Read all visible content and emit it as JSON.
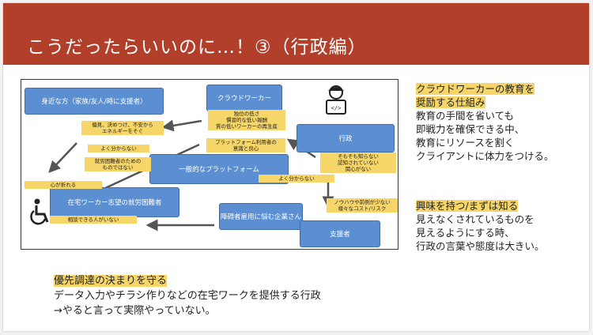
{
  "title": "こうだったらいいのに…！③（行政編）",
  "diagram": {
    "boxes": {
      "family": "身近な方（家族/友人/時に支援者）",
      "crowdworker": "クラウドワーカー",
      "gyosei": "行政",
      "platform": "一般的なプラットフォーム",
      "worker_seeker": "在宅ワーカー志望の就労困難者",
      "company": "障碍者雇用に悩む企業さん",
      "supporter": "支援者"
    },
    "notes": {
      "n1": [
        "偏見、決めつけ、不安から",
        "エネルギーをそぐ"
      ],
      "n2": [
        "よく分からない"
      ],
      "n3": [
        "就労困難者のための",
        "ものではない"
      ],
      "n4": [
        "独位の低さ",
        "慣習的な低い報酬",
        "質の低いワーカーの再生産"
      ],
      "n5": [
        "プラットフォーム利用者の",
        "意識と良心"
      ],
      "n6": [
        "そもそも知らない",
        "認知されていない",
        "関心がない"
      ],
      "n7": [
        "よく分からない"
      ],
      "n8": [
        "心が折れる"
      ],
      "n9": [
        "相談できる人がいない"
      ],
      "n10": [
        "ノウハウや前例が少ない",
        "様々なコスト/リスク"
      ]
    },
    "icons": [
      "worker-laptop-icon",
      "wheelchair-icon"
    ]
  },
  "right_blocks": [
    {
      "heading_lines": [
        "クラウドワーカーの教育を",
        "奨励する仕組み"
      ],
      "body_lines": [
        "教育の手間を省いても",
        "即戦力を確保できる中、",
        "教育にリソースを割く",
        "クライアントに体力をつける。"
      ]
    },
    {
      "heading_lines": [
        "興味を持つ/まずは知る"
      ],
      "body_lines": [
        "見えなくされているものを",
        "見えるようにする時、",
        "行政の言葉や態度は大きい。"
      ]
    }
  ],
  "bottom_block": {
    "heading": "優先調達の決まりを守る",
    "body_lines": [
      "データ入力やチラシ作りなどの在宅ワークを提供する行政",
      "→やると言って実際やっていない。"
    ]
  },
  "colors": {
    "title_bar": "#b13f2a",
    "box_blue": "#5b8fd1",
    "note_yellow": "#f7d669"
  }
}
